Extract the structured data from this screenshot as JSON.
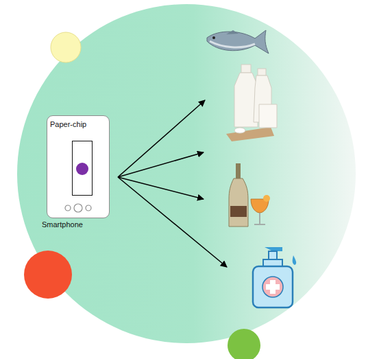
{
  "diagram": {
    "nodes": [
      {
        "text": [
          "Smartphone"
        ]
      },
      {
        "text": [
          "Paper-chip"
        ],
        "in": 0
      }
    ]
  }
}
